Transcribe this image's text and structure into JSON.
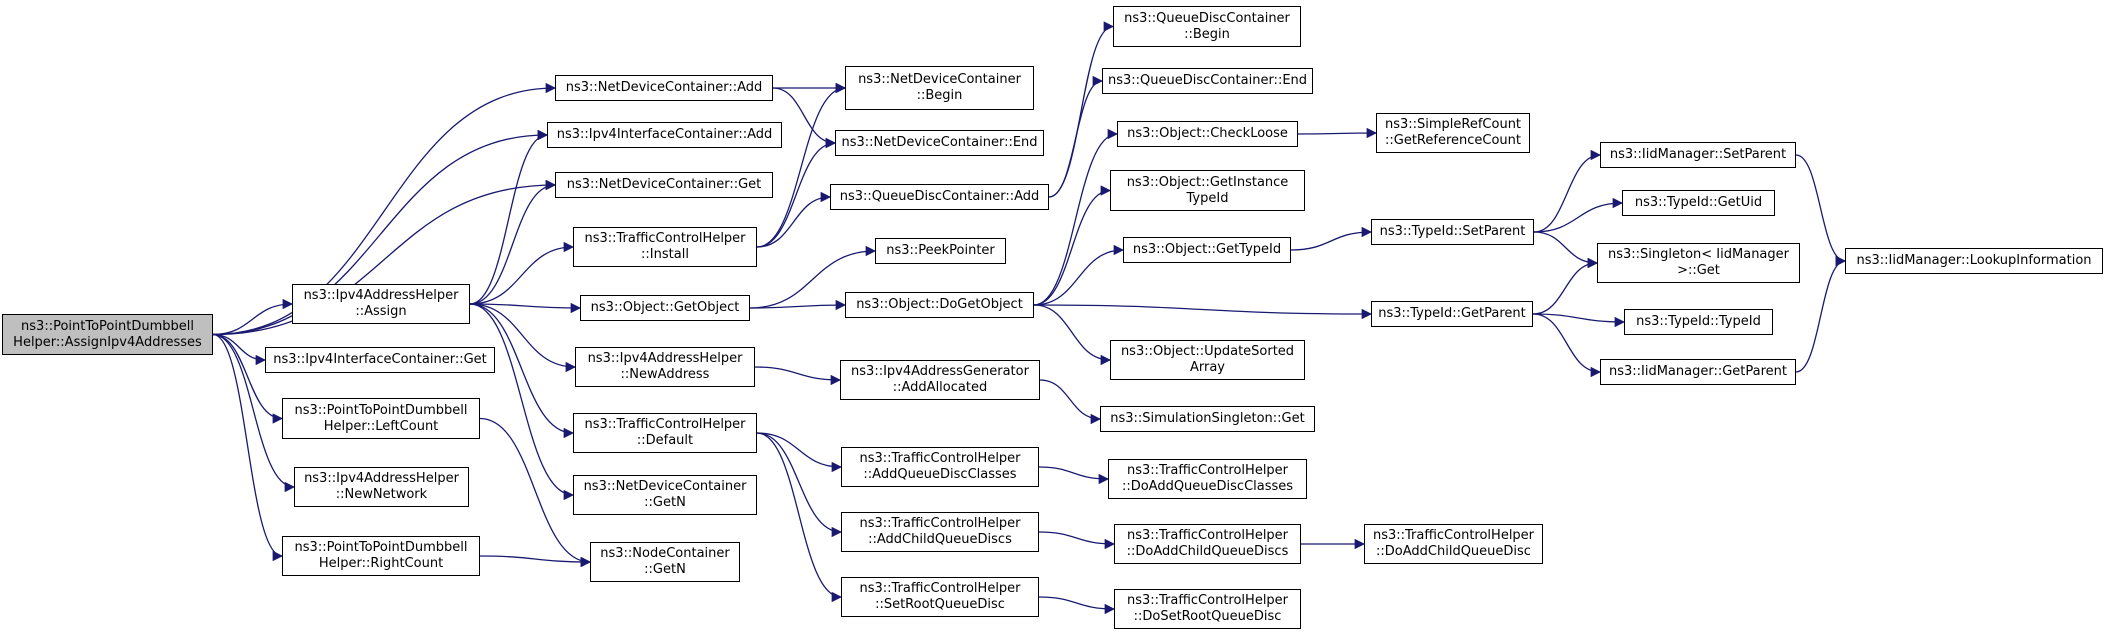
{
  "graph": {
    "edge_color": "#191970",
    "node_border": "#000000",
    "root_fill": "#bfbfbf",
    "nodes": [
      {
        "id": "root",
        "label": "ns3::PointToPointDumbbell\nHelper::AssignIpv4Addresses",
        "root": true
      },
      {
        "id": "ndc_add",
        "label": "ns3::NetDeviceContainer::Add"
      },
      {
        "id": "iic_add",
        "label": "ns3::Ipv4InterfaceContainer::Add"
      },
      {
        "id": "ndc_get",
        "label": "ns3::NetDeviceContainer::Get"
      },
      {
        "id": "iah_assign",
        "label": "ns3::Ipv4AddressHelper\n::Assign"
      },
      {
        "id": "iic_get",
        "label": "ns3::Ipv4InterfaceContainer::Get"
      },
      {
        "id": "leftcount",
        "label": "ns3::PointToPointDumbbell\nHelper::LeftCount"
      },
      {
        "id": "newnetwork",
        "label": "ns3::Ipv4AddressHelper\n::NewNetwork"
      },
      {
        "id": "rightcount",
        "label": "ns3::PointToPointDumbbell\nHelper::RightCount"
      },
      {
        "id": "ndc_begin",
        "label": "ns3::NetDeviceContainer\n::Begin"
      },
      {
        "id": "ndc_end",
        "label": "ns3::NetDeviceContainer::End"
      },
      {
        "id": "tch_install",
        "label": "ns3::TrafficControlHelper\n::Install"
      },
      {
        "id": "obj_getobject",
        "label": "ns3::Object::GetObject"
      },
      {
        "id": "iah_newaddress",
        "label": "ns3::Ipv4AddressHelper\n::NewAddress"
      },
      {
        "id": "tch_default",
        "label": "ns3::TrafficControlHelper\n::Default"
      },
      {
        "id": "ndc_getn",
        "label": "ns3::NetDeviceContainer\n::GetN"
      },
      {
        "id": "nc_getn",
        "label": "ns3::NodeContainer\n::GetN"
      },
      {
        "id": "qdc_add",
        "label": "ns3::QueueDiscContainer::Add"
      },
      {
        "id": "peekpointer",
        "label": "ns3::PeekPointer"
      },
      {
        "id": "obj_dogetobject",
        "label": "ns3::Object::DoGetObject"
      },
      {
        "id": "iag_addallocated",
        "label": "ns3::Ipv4AddressGenerator\n::AddAllocated"
      },
      {
        "id": "tch_addqdclasses",
        "label": "ns3::TrafficControlHelper\n::AddQueueDiscClasses"
      },
      {
        "id": "tch_addchildqds",
        "label": "ns3::TrafficControlHelper\n::AddChildQueueDiscs"
      },
      {
        "id": "tch_setrootqd",
        "label": "ns3::TrafficControlHelper\n::SetRootQueueDisc"
      },
      {
        "id": "qdc_begin",
        "label": "ns3::QueueDiscContainer\n::Begin"
      },
      {
        "id": "qdc_end",
        "label": "ns3::QueueDiscContainer::End"
      },
      {
        "id": "obj_checkloose",
        "label": "ns3::Object::CheckLoose"
      },
      {
        "id": "obj_getinstancetypeid",
        "label": "ns3::Object::GetInstance\nTypeId"
      },
      {
        "id": "obj_gettypeid",
        "label": "ns3::Object::GetTypeId"
      },
      {
        "id": "obj_updatesortedarray",
        "label": "ns3::Object::UpdateSorted\nArray"
      },
      {
        "id": "simsingleton_get",
        "label": "ns3::SimulationSingleton::Get"
      },
      {
        "id": "tch_doaddqdclasses",
        "label": "ns3::TrafficControlHelper\n::DoAddQueueDiscClasses"
      },
      {
        "id": "tch_doaddchildqds",
        "label": "ns3::TrafficControlHelper\n::DoAddChildQueueDiscs"
      },
      {
        "id": "tch_dosetrootqd",
        "label": "ns3::TrafficControlHelper\n::DoSetRootQueueDisc"
      },
      {
        "id": "src_getrefcount",
        "label": "ns3::SimpleRefCount\n::GetReferenceCount"
      },
      {
        "id": "typeid_setparent",
        "label": "ns3::TypeId::SetParent"
      },
      {
        "id": "typeid_getparent",
        "label": "ns3::TypeId::GetParent"
      },
      {
        "id": "tch_doaddchildqd",
        "label": "ns3::TrafficControlHelper\n::DoAddChildQueueDisc"
      },
      {
        "id": "iidm_setparent",
        "label": "ns3::IidManager::SetParent"
      },
      {
        "id": "typeid_getuid",
        "label": "ns3::TypeId::GetUid"
      },
      {
        "id": "singleton_get",
        "label": "ns3::Singleton< IidManager\n>::Get"
      },
      {
        "id": "typeid_typeid",
        "label": "ns3::TypeId::TypeId"
      },
      {
        "id": "iidm_getparent",
        "label": "ns3::IidManager::GetParent"
      },
      {
        "id": "iidm_lookupinfo",
        "label": "ns3::IidManager::LookupInformation"
      }
    ],
    "edges": [
      [
        "root",
        "ndc_add"
      ],
      [
        "root",
        "iic_add"
      ],
      [
        "root",
        "ndc_get"
      ],
      [
        "root",
        "iah_assign"
      ],
      [
        "root",
        "iic_get"
      ],
      [
        "root",
        "leftcount"
      ],
      [
        "root",
        "newnetwork"
      ],
      [
        "root",
        "rightcount"
      ],
      [
        "ndc_add",
        "ndc_begin"
      ],
      [
        "ndc_add",
        "ndc_end"
      ],
      [
        "iah_assign",
        "iic_add"
      ],
      [
        "iah_assign",
        "ndc_get"
      ],
      [
        "iah_assign",
        "tch_install"
      ],
      [
        "iah_assign",
        "obj_getobject"
      ],
      [
        "iah_assign",
        "iah_newaddress"
      ],
      [
        "iah_assign",
        "tch_default"
      ],
      [
        "iah_assign",
        "ndc_getn"
      ],
      [
        "leftcount",
        "nc_getn"
      ],
      [
        "rightcount",
        "nc_getn"
      ],
      [
        "tch_install",
        "ndc_begin"
      ],
      [
        "tch_install",
        "ndc_end"
      ],
      [
        "tch_install",
        "qdc_add"
      ],
      [
        "obj_getobject",
        "peekpointer"
      ],
      [
        "obj_getobject",
        "obj_dogetobject"
      ],
      [
        "iah_newaddress",
        "iag_addallocated"
      ],
      [
        "tch_default",
        "tch_addqdclasses"
      ],
      [
        "tch_default",
        "tch_addchildqds"
      ],
      [
        "tch_default",
        "tch_setrootqd"
      ],
      [
        "qdc_add",
        "qdc_begin"
      ],
      [
        "qdc_add",
        "qdc_end"
      ],
      [
        "obj_dogetobject",
        "obj_checkloose"
      ],
      [
        "obj_dogetobject",
        "obj_getinstancetypeid"
      ],
      [
        "obj_dogetobject",
        "obj_gettypeid"
      ],
      [
        "obj_dogetobject",
        "obj_updatesortedarray"
      ],
      [
        "obj_dogetobject",
        "typeid_getparent"
      ],
      [
        "iag_addallocated",
        "simsingleton_get"
      ],
      [
        "tch_addqdclasses",
        "tch_doaddqdclasses"
      ],
      [
        "tch_addchildqds",
        "tch_doaddchildqds"
      ],
      [
        "tch_setrootqd",
        "tch_dosetrootqd"
      ],
      [
        "obj_checkloose",
        "src_getrefcount"
      ],
      [
        "obj_gettypeid",
        "typeid_setparent"
      ],
      [
        "tch_doaddchildqds",
        "tch_doaddchildqd"
      ],
      [
        "typeid_setparent",
        "iidm_setparent"
      ],
      [
        "typeid_setparent",
        "typeid_getuid"
      ],
      [
        "typeid_setparent",
        "singleton_get"
      ],
      [
        "typeid_getparent",
        "singleton_get"
      ],
      [
        "typeid_getparent",
        "typeid_typeid"
      ],
      [
        "typeid_getparent",
        "iidm_getparent"
      ],
      [
        "iidm_setparent",
        "iidm_lookupinfo"
      ],
      [
        "iidm_getparent",
        "iidm_lookupinfo"
      ]
    ]
  }
}
